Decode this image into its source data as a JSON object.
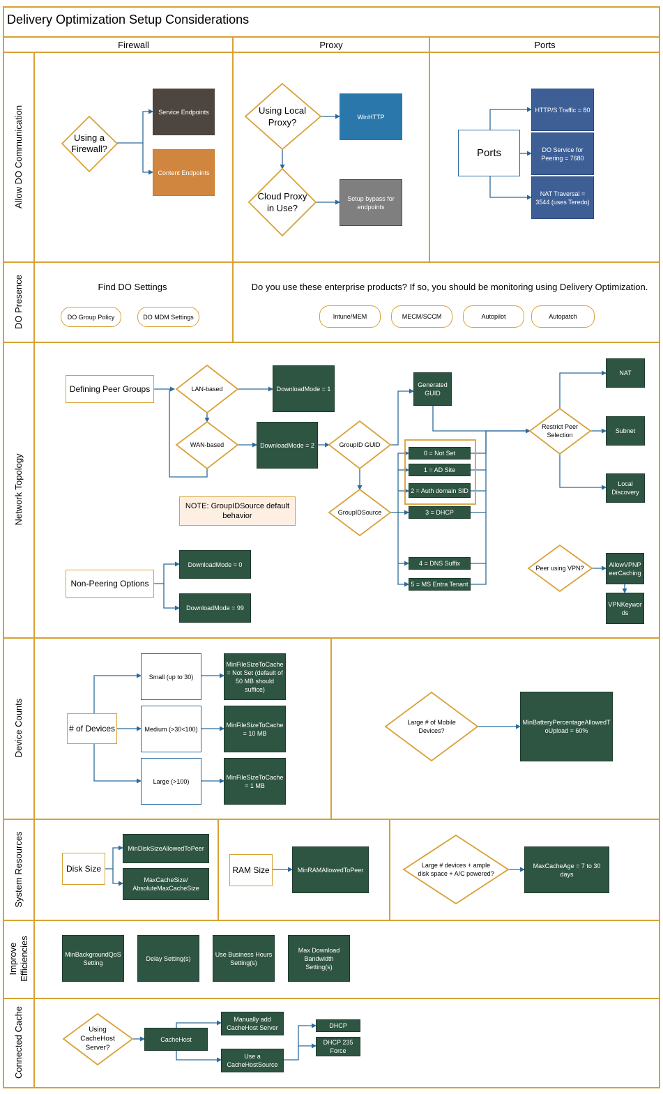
{
  "title": "Delivery Optimization Setup Considerations",
  "columns": [
    "Firewall",
    "Proxy",
    "Ports"
  ],
  "rows": {
    "allow": "Allow DO Communication",
    "presence": "DO Presence",
    "network": "Network Topology",
    "device": "Device Counts",
    "system": "System Resources",
    "improve_1": "Improve",
    "improve_2": "Efficiencies",
    "cache": "Connected Cache"
  },
  "firewall": {
    "question": "Using a Firewall?",
    "service": "Service Endpoints",
    "content": "Content Endpoints"
  },
  "proxy": {
    "local": "Using Local Proxy?",
    "winhttp": "WinHTTP",
    "cloud": "Cloud Proxy in Use?",
    "bypass": "Setup bypass for endpoints"
  },
  "ports": {
    "label": "Ports",
    "http": "HTTP/S Traffic = 80",
    "do_service": "DO Service for Peering = 7680",
    "nat": "NAT Traversal = 3544 (uses Teredo)"
  },
  "presence": {
    "find": "Find DO Settings",
    "group_policy": "DO Group Policy",
    "mdm": "DO MDM Settings",
    "question": "Do you use these enterprise products? If so, you should be monitoring using Delivery Optimization.",
    "products": [
      "Intune/MEM",
      "MECM/SCCM",
      "Autopilot",
      "Autopatch"
    ]
  },
  "network": {
    "peer_groups": "Defining Peer Groups",
    "lan": "LAN-based",
    "wan": "WAN-based",
    "dm1": "DownloadMode = 1",
    "dm2": "DownloadMode = 2",
    "group_guid": "GroupID GUID",
    "generated_guid": "Generated GUID",
    "group_source": "GroupIDSource",
    "sources": [
      "0 = Not Set",
      "1 = AD Site",
      "2 = Auth domain SID",
      "3 = DHCP",
      "4 = DNS Suffix",
      "5 = MS Entra Tenant"
    ],
    "note": "NOTE: GroupIDSource default behavior",
    "restrict": "Restrict Peer Selection",
    "nat": "NAT",
    "subnet": "Subnet",
    "local": "Local Discovery",
    "non_peering": "Non-Peering Options",
    "dm0": "DownloadMode = 0",
    "dm99": "DownloadMode = 99",
    "vpn": "Peer using VPN?",
    "allow_vpn": "AllowVPNPeerCaching",
    "vpn_keywords": "VPNKeywords"
  },
  "device": {
    "devices": "# of Devices",
    "small": "Small (up to 30)",
    "medium": "Medium (>30<100)",
    "large": "Large (>100)",
    "min_small": "MinFileSizeToCache = Not Set (default of 50 MB should suffice)",
    "min_medium": "MinFileSizeToCache = 10 MB",
    "min_large": "MinFileSizeToCache = 1 MB",
    "mobile": "Large # of Mobile Devices?",
    "battery": "MinBatteryPercentageAllowedToUpload = 60%"
  },
  "system": {
    "disk": "Disk Size",
    "min_disk": "MinDiskSizeAllowedToPeer",
    "max_cache": "MaxCacheSize/ AbsoluteMaxCacheSize",
    "ram": "RAM Size",
    "min_ram": "MinRAMAllowedToPeer",
    "question": "Large # devices + ample disk space + A/C powered?",
    "max_age": "MaxCacheAge = 7 to 30 days"
  },
  "improve": {
    "items": [
      "MinBackgroundQoS Setting",
      "Delay Setting(s)",
      "Use Business Hours Setting(s)",
      "Max Download Bandwidth Setting(s)"
    ]
  },
  "cache": {
    "question": "Using CacheHost Server?",
    "cachehost": "CacheHost",
    "manual": "Manually add CacheHost Server",
    "source": "Use a CacheHostSource",
    "dhcp": "DHCP",
    "dhcp235": "DHCP 235 Force"
  }
}
